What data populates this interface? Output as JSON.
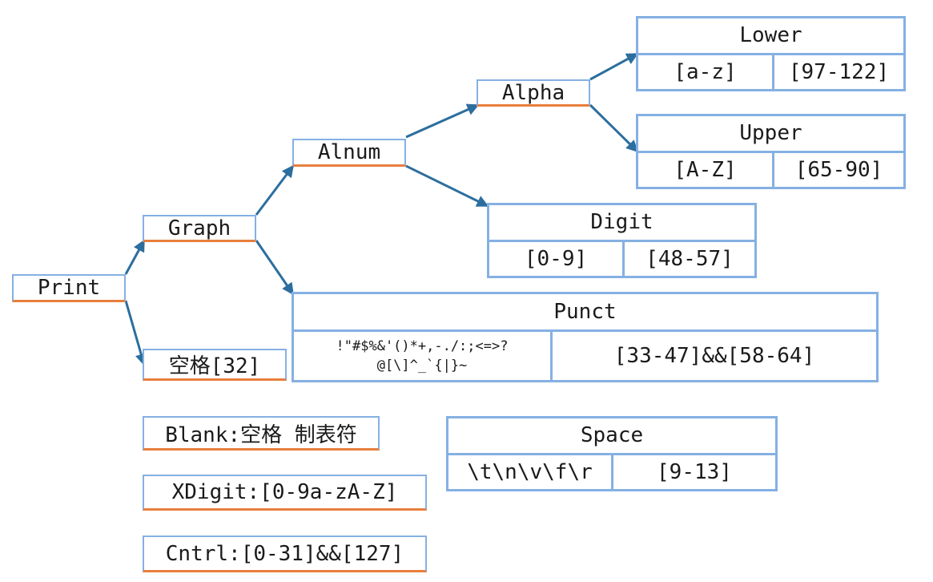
{
  "nodes": {
    "print": "Print",
    "graph": "Graph",
    "space32": "空格[32]",
    "alnum": "Alnum",
    "alpha": "Alpha",
    "blank": "Blank:空格 制表符",
    "xdigit": "XDigit:[0-9a-zA-Z]",
    "cntrl": "Cntrl:[0-31]&&[127]"
  },
  "tables": {
    "lower": {
      "title": "Lower",
      "range": "[a-z]",
      "codes": "[97-122]"
    },
    "upper": {
      "title": "Upper",
      "range": "[A-Z]",
      "codes": "[65-90]"
    },
    "digit": {
      "title": "Digit",
      "range": "[0-9]",
      "codes": "[48-57]"
    },
    "punct": {
      "title": "Punct",
      "chars_line1": "!\"#$%&'()*+,-./:;<=>?",
      "chars_line2": "@[\\]^_`{|}~",
      "codes": "[33-47]&&[58-64]"
    },
    "space": {
      "title": "Space",
      "chars": "\\t\\n\\v\\f\\r",
      "codes": "[9-13]"
    }
  },
  "colors": {
    "box_border": "#85b0e3",
    "box_underline": "#e87f3c",
    "arrow": "#2c6e9e"
  }
}
